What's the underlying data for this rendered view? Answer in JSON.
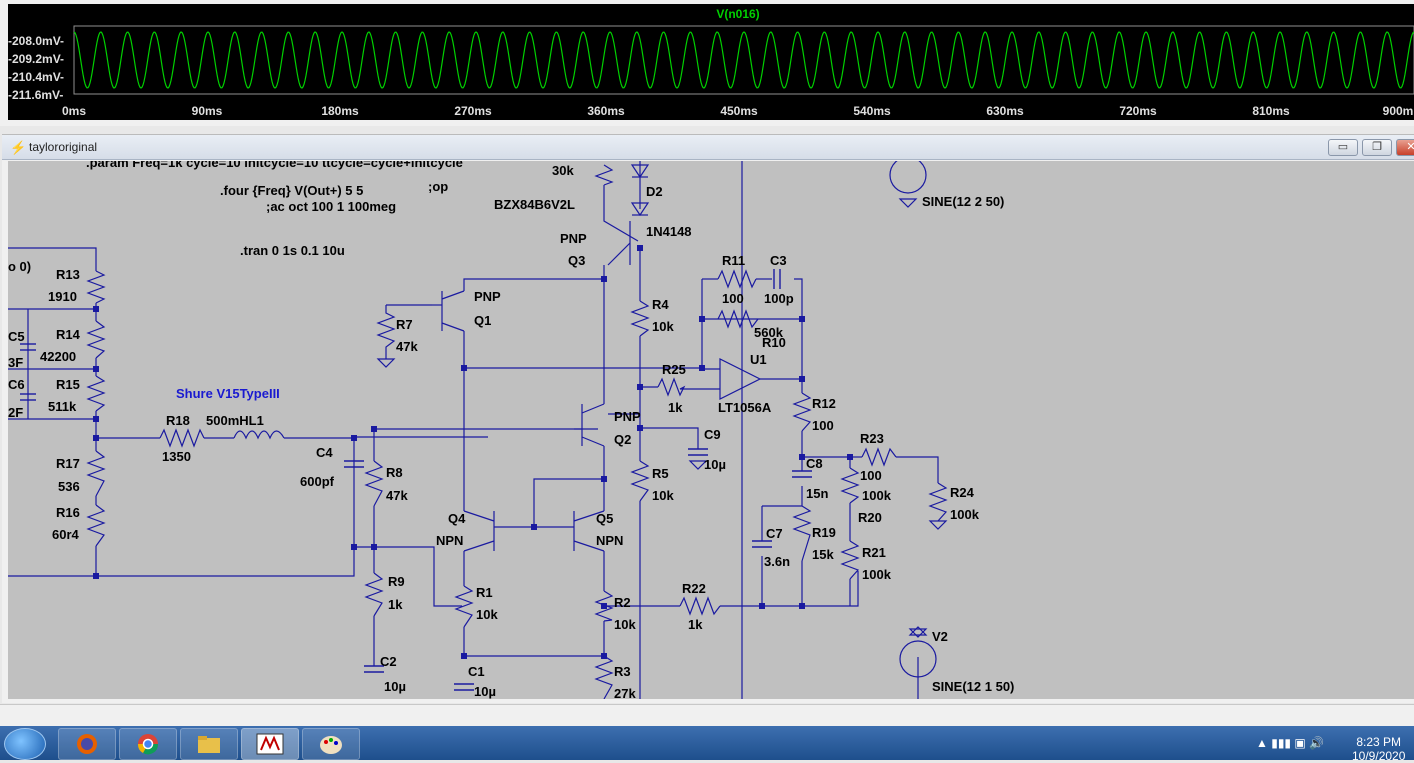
{
  "plot": {
    "trace_label": "V(n016)",
    "trace_color": "#00d000",
    "y_ticks": [
      "-208.0mV-",
      "-209.2mV-",
      "-210.4mV-",
      "-211.6mV-"
    ],
    "x_ticks": [
      "0ms",
      "90ms",
      "180ms",
      "270ms",
      "360ms",
      "450ms",
      "540ms",
      "630ms",
      "720ms",
      "810ms",
      "900m"
    ]
  },
  "window": {
    "title": "taylororiginal",
    "minimize": "▭",
    "restore": "❐",
    "close": "✕"
  },
  "schematic": {
    "directives": {
      "param": ".param Freq=1k cycle=10 initcycle=10 ttcycle=cycle+initcycle",
      "four": ".four {Freq} V(Out+) 5 5",
      "op": ";op",
      "ac": ";ac oct 100 1 100meg",
      "tran": ".tran 0 1s 0.1 10u"
    },
    "comp": {
      "r13": "R13",
      "r13v": "1910",
      "r14": "R14",
      "r14v": "42200",
      "r15": "R15",
      "r15v": "511k",
      "r17": "R17",
      "r17v": "536",
      "r16": "R16",
      "r16v": "60r4",
      "c5": "C5",
      "c6": "C6",
      "frag_3f": "3F",
      "frag_2f": "2F",
      "frag_o": "o 0)",
      "cart": "Shure V15TypeIII",
      "r18": "R18",
      "r18v": "1350",
      "l1": "500mHL1",
      "c4": "C4",
      "c4v": "600pf",
      "r8": "R8",
      "r8v": "47k",
      "r9": "R9",
      "r9v": "1k",
      "c2": "C2",
      "c2v": "10µ",
      "r7": "R7",
      "r7v": "47k",
      "q1": "Q1",
      "q1t": "PNP",
      "q3": "Q3",
      "q3t": "PNP",
      "q2": "Q2",
      "q2t": "PNP",
      "q4": "Q4",
      "q4t": "NPN",
      "q5": "Q5",
      "q5t": "NPN",
      "r30k": "30k",
      "d2": "D2",
      "bzx": "BZX84B6V2L",
      "n4148": "1N4148",
      "r4": "R4",
      "r4v": "10k",
      "r5": "R5",
      "r5v": "10k",
      "c9": "C9",
      "c9v": "10µ",
      "r1": "R1",
      "r1v": "10k",
      "r2": "R2",
      "r2v": "10k",
      "r3": "R3",
      "r3v": "27k",
      "c1": "C1",
      "c1v": "10µ",
      "r25": "R25",
      "r25v": "1k",
      "r11": "R11",
      "r11v": "100",
      "c3": "C3",
      "c3v": "100p",
      "r10": "R10",
      "r10v": "560k",
      "u1": "U1",
      "u1t": "LT1056A",
      "r12": "R12",
      "r12v": "100",
      "c8": "C8",
      "c8v": "15n",
      "c7": "C7",
      "c7v": "3.6n",
      "r19": "R19",
      "r19v": "15k",
      "r22": "R22",
      "r22v": "1k",
      "r23": "R23",
      "r23v": "100",
      "r20": "R20",
      "r20v": "100k",
      "r21": "R21",
      "r21v": "100k",
      "r24": "R24",
      "r24v": "100k",
      "v1s": "SINE(12 2 50)",
      "v2": "V2",
      "v2s": "SINE(12 1 50)"
    }
  },
  "taskbar": {
    "time": "8:23 PM",
    "date": "10/9/2020"
  }
}
